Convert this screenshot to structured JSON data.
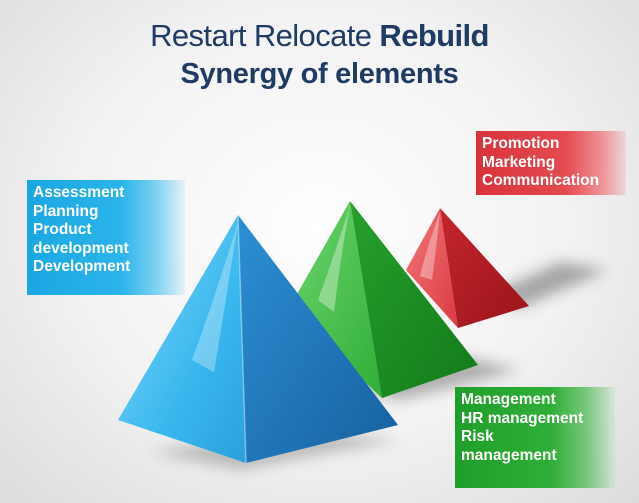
{
  "title": {
    "line1_regular": "Restart Relocate",
    "line1_bold": "Rebuild",
    "line2": "Synergy of elements"
  },
  "colors": {
    "title": "#1f3b63",
    "blue": "#1aa7e2",
    "green": "#2fae37",
    "red": "#d8333a"
  },
  "boxes": {
    "red": {
      "lines": [
        "Promotion",
        "Marketing",
        "Communication"
      ]
    },
    "blue": {
      "lines": [
        "Assessment",
        "Planning",
        "Product",
        "development",
        "Development"
      ]
    },
    "green": {
      "lines": [
        "Management",
        "HR management",
        "Risk",
        "management"
      ]
    }
  }
}
